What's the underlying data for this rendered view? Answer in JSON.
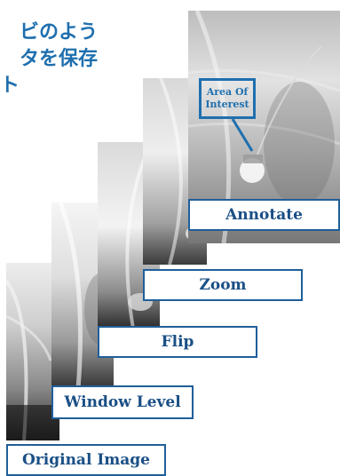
{
  "heading": {
    "lines": [
      "ビのよう",
      "タを保存",
      "ト"
    ]
  },
  "colors": {
    "accent": "#1f6fae",
    "label_border": "#1f5f9a",
    "label_text": "#1a4f85"
  },
  "slides": {
    "original": {
      "label": "Original Image"
    },
    "window_level": {
      "label": "Window Level"
    },
    "flip": {
      "label": "Flip"
    },
    "zoom": {
      "label": "Zoom"
    },
    "annotate": {
      "label": "Annotate",
      "roi_lines": [
        "Area Of",
        "Interest"
      ]
    }
  }
}
